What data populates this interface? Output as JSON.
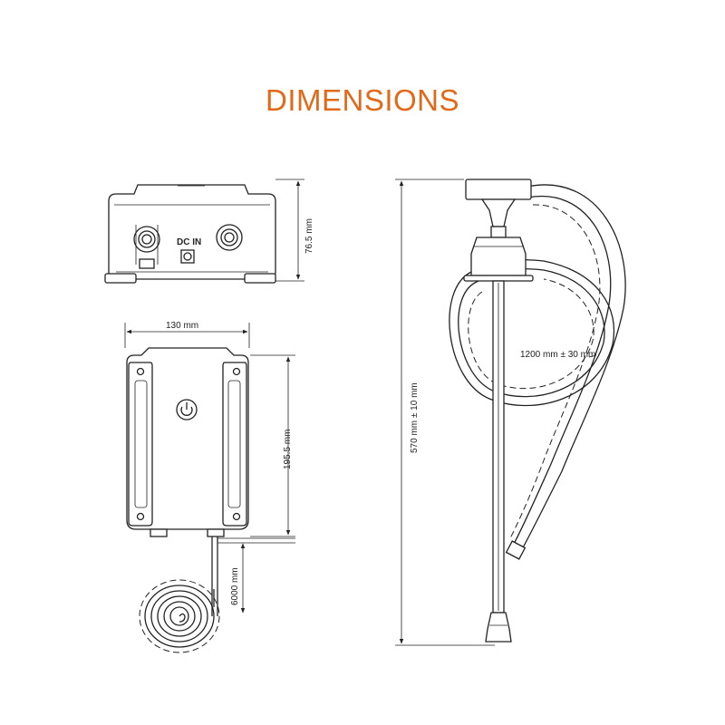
{
  "title": "DIMENSIONS",
  "colors": {
    "title": "#e06a1a",
    "line": "#222222"
  },
  "labels": {
    "height_top_view": "76.5 mm",
    "width": "130 mm",
    "height_front": "195.5 mm",
    "cable_length": "6000 mm",
    "pump_height": "570 mm ± 10 mm",
    "hose_length": "1200 mm ± 30 mm",
    "dc_in": "DC IN"
  },
  "icons": [
    "power-icon"
  ]
}
